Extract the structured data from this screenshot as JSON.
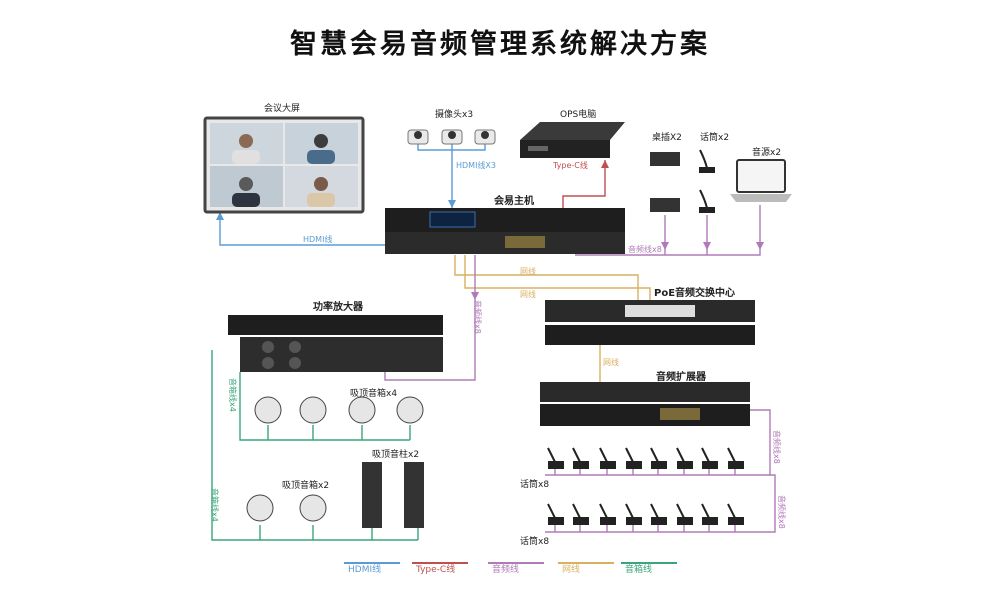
{
  "title": "智慧会易音频管理系统解决方案",
  "devices": {
    "display": "会议大屏",
    "cameras": "摄像头x3",
    "ops": "OPS电脑",
    "deskplug": "桌插X2",
    "mic_top": "话筒x2",
    "audio_src": "音源x2",
    "host": "会易主机",
    "poe": "PoE音频交换中心",
    "amp": "功率放大器",
    "ceiling4": "吸顶音箱x4",
    "ceiling2": "吸顶音箱x2",
    "column2": "吸顶音柱x2",
    "expander": "音频扩展器",
    "mics_row1": "话筒x8",
    "mics_row2": "话筒x8"
  },
  "wire_labels": {
    "hdmi_x3": "HDMI线X3",
    "typec": "Type-C线",
    "hdmi": "HDMI线",
    "audio_x8": "音频线x8",
    "net1": "网线",
    "net2": "网线",
    "net3": "网线",
    "audio_v": "音频线x8",
    "speaker_x4": "音箱线x4",
    "speaker_x4b": "音箱线x4",
    "audio_r1": "音频线x8",
    "audio_r2": "音频线x8"
  },
  "legend": [
    {
      "label": "HDMI线",
      "color": "#5b9bd5"
    },
    {
      "label": "Type-C线",
      "color": "#c0504d"
    },
    {
      "label": "音频线",
      "color": "#b07ab8"
    },
    {
      "label": "网线",
      "color": "#d8b062"
    },
    {
      "label": "音箱线",
      "color": "#3aa57a"
    }
  ]
}
